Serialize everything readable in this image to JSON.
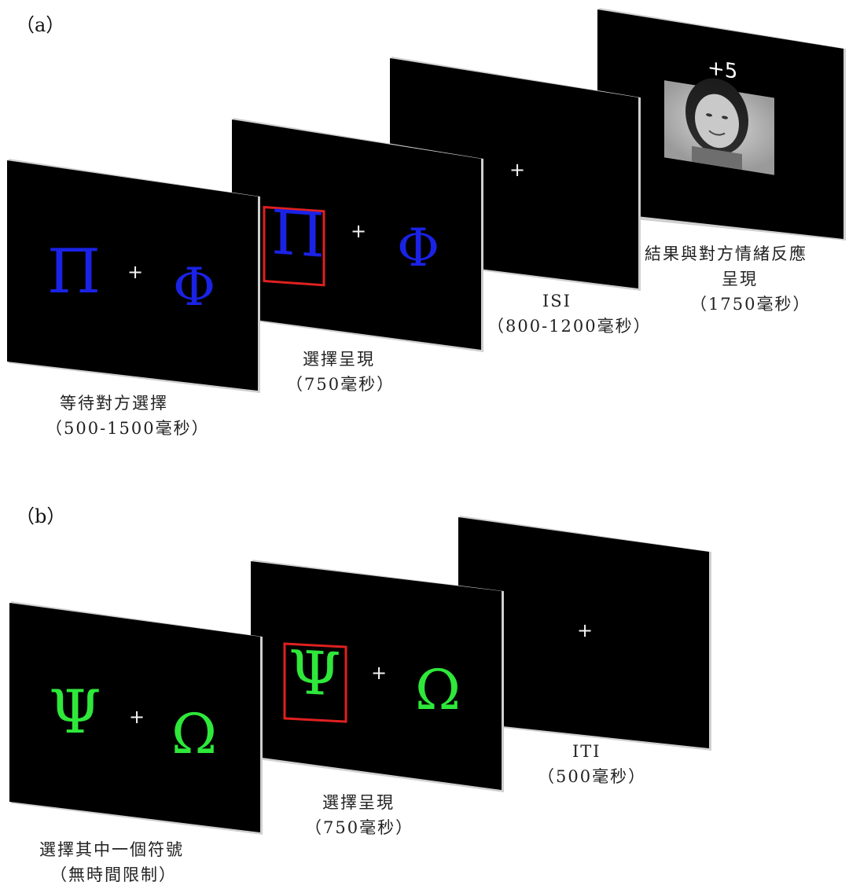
{
  "colors": {
    "screen": "#000000",
    "screen_border": "#cfcfcf",
    "page_background": "#ffffff",
    "symbol_blue": "#1a22e6",
    "symbol_green": "#2ee83a",
    "highlight_box": "#e02020",
    "fixation": "#f2f2f2"
  },
  "panel_a": {
    "label": "（a）",
    "screens": [
      {
        "left_symbol": "Π",
        "fixation": "+",
        "right_symbol": "Φ",
        "caption_line1": "等待對方選擇",
        "caption_line2": "（500-1500毫秒）"
      },
      {
        "left_symbol": "Π",
        "fixation": "+",
        "right_symbol": "Φ",
        "highlighted": "left",
        "caption_line1": "選擇呈現",
        "caption_line2": "（750毫秒）"
      },
      {
        "fixation": "+",
        "caption_line1": "ISI",
        "caption_line2": "（800-1200毫秒）"
      },
      {
        "score": "+5",
        "image": "face-photo",
        "caption_line1": "結果與對方情緒反應",
        "caption_line2": "呈現",
        "caption_line3": "（1750毫秒）"
      }
    ]
  },
  "panel_b": {
    "label": "（b）",
    "screens": [
      {
        "left_symbol": "Ψ",
        "fixation": "+",
        "right_symbol": "Ω",
        "caption_line1": "選擇其中一個符號",
        "caption_line2": "（無時間限制）"
      },
      {
        "left_symbol": "Ψ",
        "fixation": "+",
        "right_symbol": "Ω",
        "highlighted": "left",
        "caption_line1": "選擇呈現",
        "caption_line2": "（750毫秒）"
      },
      {
        "fixation": "+",
        "caption_line1": "ITI",
        "caption_line2": "（500毫秒）"
      }
    ]
  }
}
